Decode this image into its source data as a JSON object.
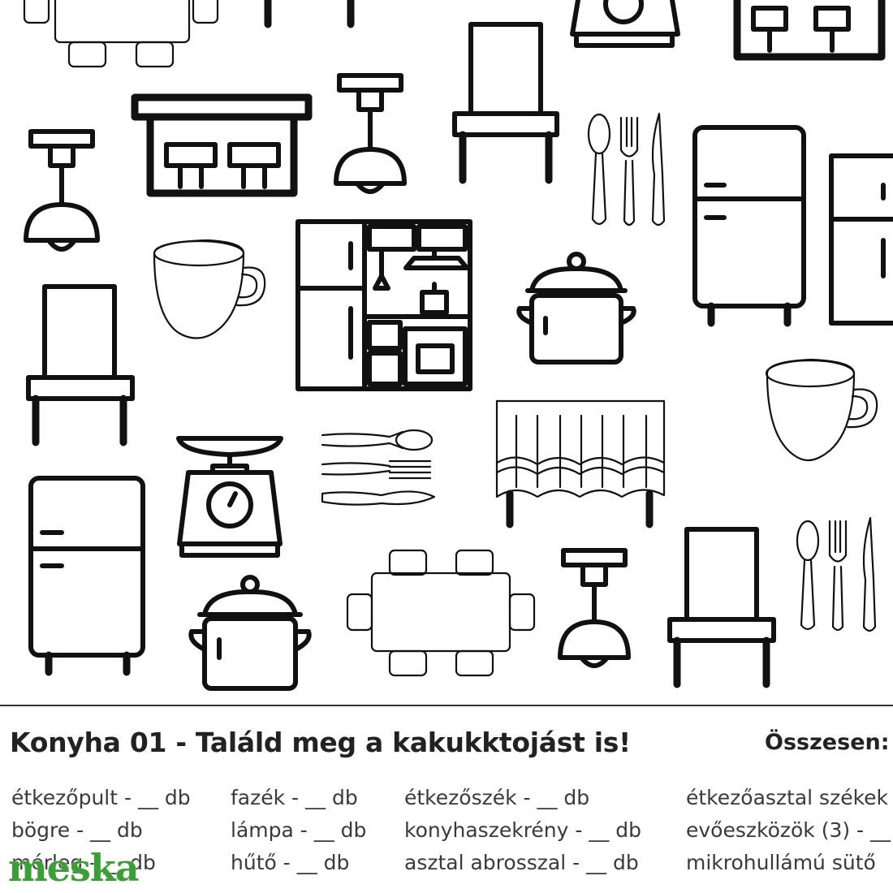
{
  "worksheet": {
    "title": "Konyha 01 - Találd meg a kakukktojást is!",
    "total_label": "Összesen:",
    "columns": [
      [
        "étkezőpult - __ db",
        "bögre - __ db",
        "mérleg - __ db"
      ],
      [
        "fazék - __ db",
        "lámpa - __ db",
        "hűtő - __ db"
      ],
      [
        "étkezőszék - __ db",
        "konyhaszekrény - __ db",
        "asztal abrosszal - __ db"
      ],
      [
        "étkezőasztal székek",
        "evőeszközök (3) - __",
        "mikrohullámú sütő"
      ]
    ]
  },
  "watermark": {
    "text": "meska",
    "color": "#3aa036"
  },
  "colors": {
    "line": "#111111",
    "background": "#ffffff",
    "text": "#222222"
  }
}
